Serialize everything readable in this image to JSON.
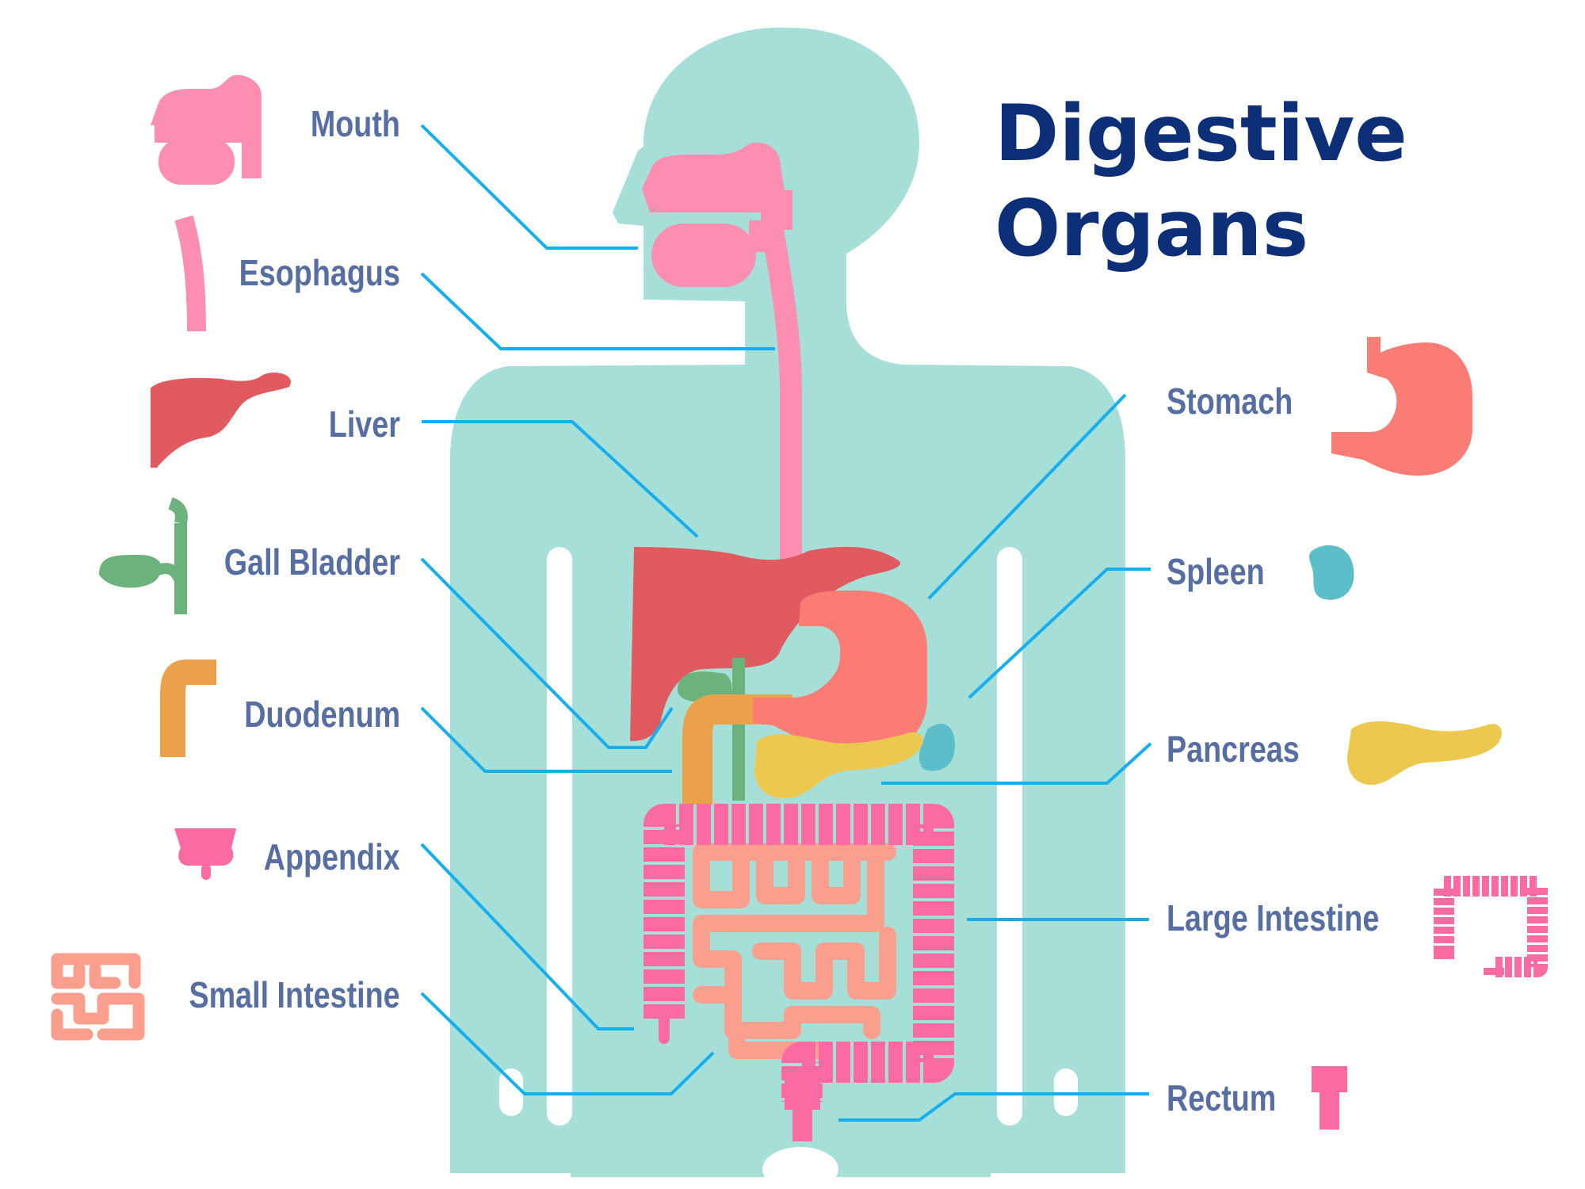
{
  "title": {
    "line1": "Digestive",
    "line2": "Organs"
  },
  "labels": {
    "mouth": "Mouth",
    "esophagus": "Esophagus",
    "liver": "Liver",
    "gall_bladder": "Gall Bladder",
    "duodenum": "Duodenum",
    "appendix": "Appendix",
    "small_intestine": "Small Intestine",
    "stomach": "Stomach",
    "spleen": "Spleen",
    "pancreas": "Pancreas",
    "large_intestine": "Large Intestine",
    "rectum": "Rectum"
  },
  "colors": {
    "body": "#a6dfd8",
    "mouth": "#fb8eb1",
    "esophagus": "#fb8eb1",
    "liver": "#e05a60",
    "gall_bladder": "#6bb27c",
    "duodenum": "#eba14a",
    "appendix": "#fb6aa0",
    "small_intestine": "#fa9f8e",
    "stomach": "#fb7c74",
    "spleen": "#5bbec8",
    "pancreas": "#ecc84f",
    "large_intestine": "#fb6aa0",
    "rectum": "#fb6aa0",
    "leader_line": "#15aeef",
    "label_text": "#566ea1",
    "title_text": "#0d2f78"
  }
}
